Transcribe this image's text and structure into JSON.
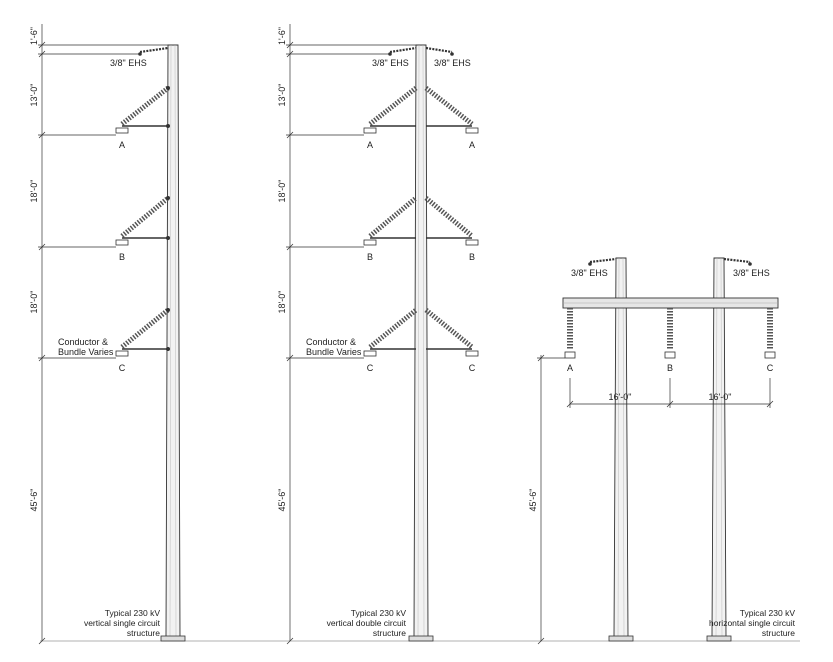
{
  "colors": {
    "line": "#333333",
    "pole_fill": "#f2f2f2",
    "arm_fill": "#e6e6e6",
    "ground": "#999999"
  },
  "structures": [
    {
      "id": "vertical-single",
      "wire_labels": [
        "3/8\" EHS"
      ],
      "phase_labels": [
        "A",
        "B",
        "C"
      ],
      "note": [
        "Conductor &",
        "Bundle Varies"
      ],
      "dims": [
        "1'-6\"",
        "13'-0\"",
        "18'-0\"",
        "18'-0\"",
        "45'-6\""
      ],
      "caption": [
        "Typical 230 kV",
        "vertical single circuit",
        "structure"
      ]
    },
    {
      "id": "vertical-double",
      "wire_labels": [
        "3/8\" EHS",
        "3/8\" EHS"
      ],
      "phase_labels_left": [
        "A",
        "B",
        "C"
      ],
      "phase_labels_right": [
        "A",
        "B",
        "C"
      ],
      "note": [
        "Conductor &",
        "Bundle Varies"
      ],
      "dims": [
        "1'-6\"",
        "13'-0\"",
        "18'-0\"",
        "18'-0\"",
        "45'-6\""
      ],
      "caption": [
        "Typical 230 kV",
        "vertical double circuit",
        "structure"
      ]
    },
    {
      "id": "horizontal-single",
      "wire_labels": [
        "3/8\" EHS",
        "3/8\" EHS"
      ],
      "phase_labels": [
        "A",
        "B",
        "C"
      ],
      "spacings": [
        "16'-0\"",
        "16'-0\""
      ],
      "dims": [
        "45'-6\""
      ],
      "caption": [
        "Typical 230 kV",
        "horizontal single circuit",
        "structure"
      ]
    }
  ]
}
